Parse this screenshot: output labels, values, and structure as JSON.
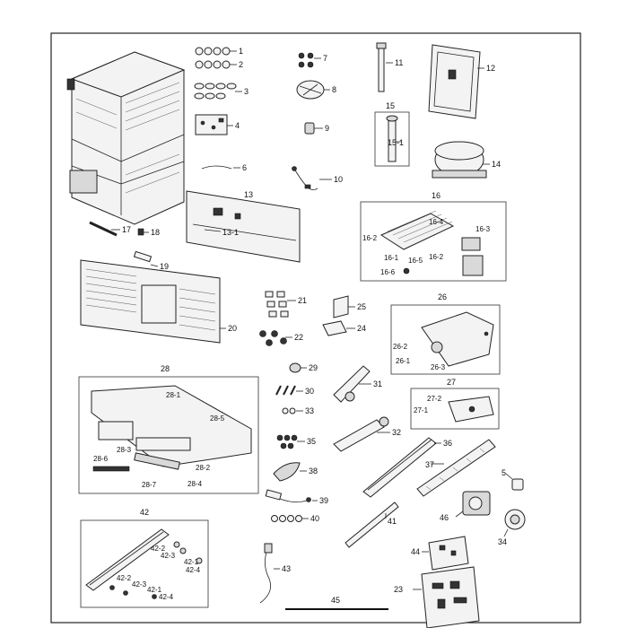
{
  "diagram": {
    "labels": {
      "p1": "1",
      "p2": "2",
      "p3": "3",
      "p4": "4",
      "p5": "5",
      "p6": "6",
      "p7": "7",
      "p8": "8",
      "p9": "9",
      "p10": "10",
      "p11": "11",
      "p12": "12",
      "p13": "13",
      "p13_1": "13-1",
      "p14": "14",
      "p15": "15",
      "p15_1": "15-1",
      "p16": "16",
      "p16_1": "16-1",
      "p16_2a": "16-2",
      "p16_2b": "16-2",
      "p16_3": "16-3",
      "p16_4": "16-4",
      "p16_5": "16-5",
      "p16_6": "16-6",
      "p17": "17",
      "p18": "18",
      "p19": "19",
      "p20": "20",
      "p21": "21",
      "p22": "22",
      "p23": "23",
      "p24": "24",
      "p25": "25",
      "p26": "26",
      "p26_1": "26-1",
      "p26_2": "26-2",
      "p26_3": "26-3",
      "p27": "27",
      "p27_1": "27-1",
      "p27_2": "27-2",
      "p28": "28",
      "p28_1": "28-1",
      "p28_2": "28-2",
      "p28_3": "28-3",
      "p28_4": "28-4",
      "p28_5": "28-5",
      "p28_6": "28-6",
      "p28_7": "28-7",
      "p29": "29",
      "p30": "30",
      "p31": "31",
      "p32": "32",
      "p33": "33",
      "p34": "34",
      "p35": "35",
      "p36": "36",
      "p37": "37",
      "p38": "38",
      "p39": "39",
      "p40": "40",
      "p41": "41",
      "p42": "42",
      "p42_1a": "42-1",
      "p42_2a": "42-2",
      "p42_3a": "42-3",
      "p42_4a": "42-4",
      "p42_1b": "42-1",
      "p42_2b": "42-2",
      "p42_3b": "42-3",
      "p42_4b": "42-4",
      "p43": "43",
      "p44": "44",
      "p45": "45",
      "p46": "46"
    }
  }
}
